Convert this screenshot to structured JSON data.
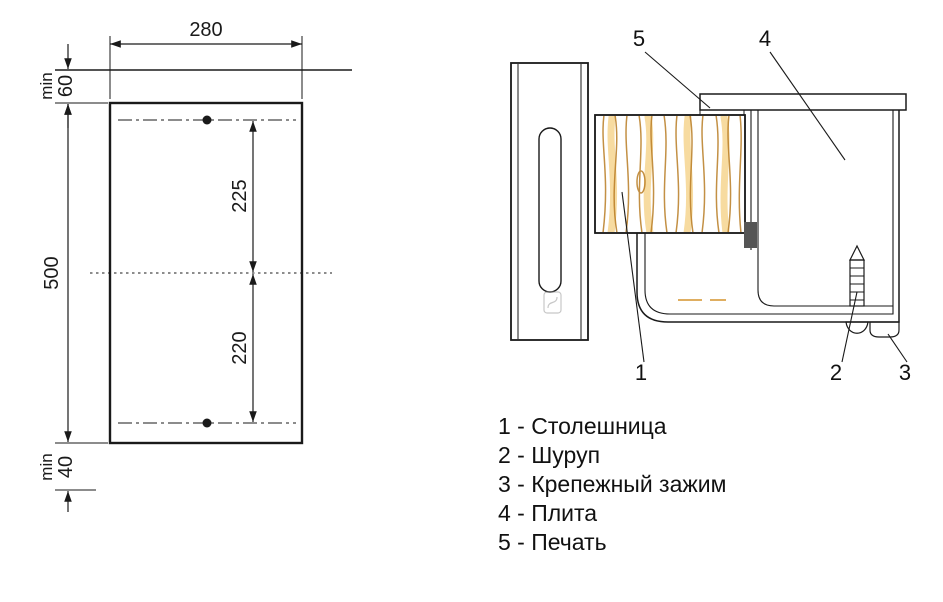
{
  "left_view": {
    "width": "280",
    "height": "500",
    "min_top_label": "min",
    "min_top_value": "60",
    "min_bottom_label": "min",
    "min_bottom_value": "40",
    "hole_top_offset": "225",
    "hole_bottom_offset": "220"
  },
  "cross_section": {
    "callouts": {
      "countertop": "1",
      "screw": "2",
      "clamp": "3",
      "hob": "4",
      "seal": "5"
    }
  },
  "legend": {
    "items": [
      "1 - Столешница",
      "2 - Шуруп",
      "3 - Крепежный зажим",
      "4 - Плита",
      "5 - Печать"
    ]
  },
  "colors": {
    "line": "#1a1a1a",
    "wood_base": "#eec272",
    "wood_grain": "#b97d24",
    "wood_light": "#f7d896",
    "plate_gray": "#9c9c9c",
    "clip_dark": "#555555",
    "accent_dash": "#d89a3a"
  }
}
